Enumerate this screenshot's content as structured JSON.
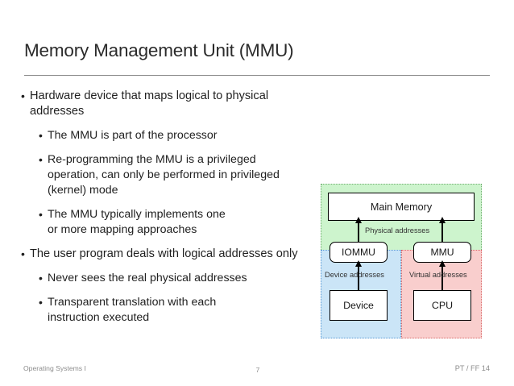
{
  "slide": {
    "title": "Memory Management Unit (MMU)",
    "bullets": [
      {
        "level": 1,
        "text": "Hardware device that maps logical to physical addresses"
      },
      {
        "level": 2,
        "text": "The MMU is part of the processor"
      },
      {
        "level": 2,
        "text": "Re-programming the MMU is a privileged operation, can only be performed in privileged (kernel) mode"
      },
      {
        "level": 2,
        "text": "The MMU typically implements one or more mapping approaches"
      },
      {
        "level": 1,
        "text": "The user program deals with logical addresses only"
      },
      {
        "level": 2,
        "text": "Never sees the real physical addresses"
      },
      {
        "level": 2,
        "text": "Transparent translation with each instruction executed"
      }
    ]
  },
  "diagram": {
    "zones": {
      "memory_zone_color": "#cdf4cd",
      "device_zone_color": "#cbe5f7",
      "cpu_zone_color": "#f9cecd"
    },
    "boxes": {
      "main_memory": "Main Memory",
      "iommu": "IOMMU",
      "mmu": "MMU",
      "device": "Device",
      "cpu": "CPU"
    },
    "edge_labels": {
      "physical": "Physical addresses",
      "device": "Device addresses",
      "virtual": "Virtual addresses"
    }
  },
  "footer": {
    "course": "Operating Systems I",
    "page": "7",
    "credit": "PT / FF 14"
  }
}
